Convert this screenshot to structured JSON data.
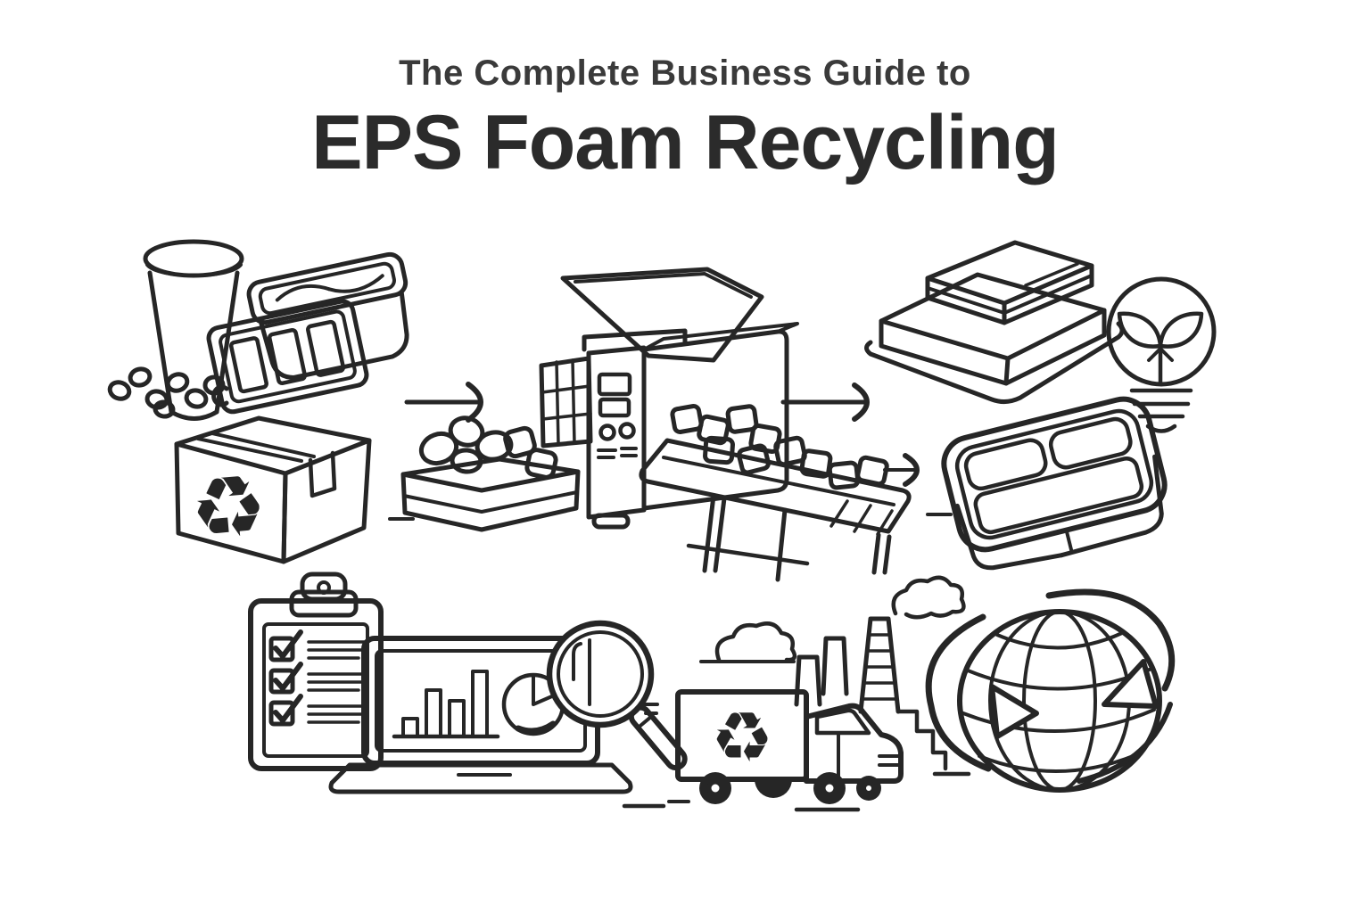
{
  "title": {
    "kicker": "The Complete Business Guide to",
    "heading": "EPS Foam Recycling"
  },
  "glyphs": {
    "recycle": "♻"
  },
  "palette": {
    "ink": "#262626",
    "background": "#ffffff"
  },
  "illustration": {
    "style": "black line-art on white",
    "icons": [
      {
        "id": "foam-cup-icon",
        "label": "EPS foam cup"
      },
      {
        "id": "takeout-container-icon",
        "label": "Foam takeout container"
      },
      {
        "id": "packaging-insert-icon",
        "label": "Foam packaging insert with slots"
      },
      {
        "id": "foam-beads-icon",
        "label": "Loose EPS beads"
      },
      {
        "id": "recycling-box-icon",
        "label": "Collection box with recycling symbol"
      },
      {
        "id": "flow-arrow-1",
        "label": "Process arrow"
      },
      {
        "id": "foam-scrap-tray-icon",
        "label": "Tray of foam scrap pieces"
      },
      {
        "id": "shredder-machine-icon",
        "label": "EPS shredder / densifier machine with hopper"
      },
      {
        "id": "conveyor-icon",
        "label": "Conveyor belt with shredded foam chunks"
      },
      {
        "id": "flow-arrow-2",
        "label": "Process arrow"
      },
      {
        "id": "flow-arrow-3",
        "label": "Process arrow"
      },
      {
        "id": "densified-blocks-icon",
        "label": "Densified foam blocks"
      },
      {
        "id": "eco-bulb-icon",
        "label": "Light bulb with sprout"
      },
      {
        "id": "food-tray-icon",
        "label": "Recycled compartment food tray"
      },
      {
        "id": "checklist-clipboard-icon",
        "label": "Clipboard with checked checklist"
      },
      {
        "id": "analytics-laptop-icon",
        "label": "Laptop with bar chart and pie chart"
      },
      {
        "id": "magnifier-icon",
        "label": "Magnifying glass"
      },
      {
        "id": "recycling-truck-icon",
        "label": "Box truck with recycling symbol"
      },
      {
        "id": "factory-icon",
        "label": "Factory skyline with chimneys and clouds"
      },
      {
        "id": "globe-recycle-icon",
        "label": "Globe with circulating recycling arrows"
      }
    ]
  }
}
